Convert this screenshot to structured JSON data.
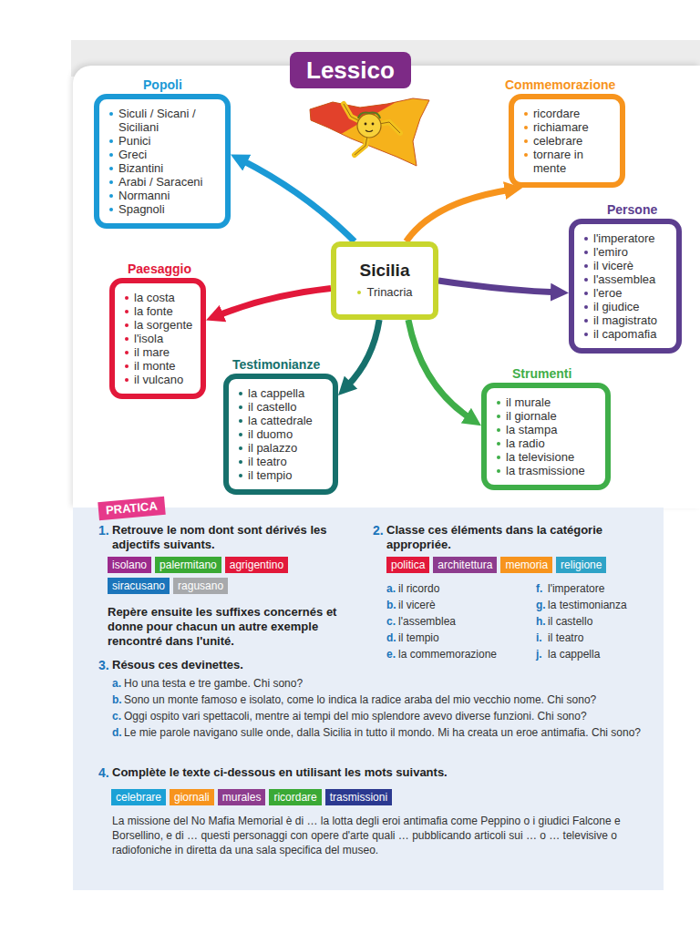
{
  "diagram": {
    "title": "Lessico",
    "nodes": [
      {
        "text": [
          "Popoli",
          "Siculi / Sicani / Siciliani",
          "Punici",
          "Greci",
          "Bizantini",
          "Arabi / Saraceni",
          "Normanni",
          "Spagnoli"
        ]
      },
      {
        "text": [
          "Commemorazione",
          "ricordare",
          "richiamare",
          "celebrare",
          "tornare in mente"
        ]
      },
      {
        "text": [
          "Persone",
          "l'imperatore",
          "l'emiro",
          "il vicerè",
          "l'assemblea",
          "l'eroe",
          "il giudice",
          "il magistrato",
          "il capomafia"
        ]
      },
      {
        "text": [
          "Paesaggio",
          "la costa",
          "la fonte",
          "la sorgente",
          "l'isola",
          "il mare",
          "il monte",
          "il vulcano"
        ]
      },
      {
        "text": [
          "Sicilia",
          "Trinacria"
        ]
      },
      {
        "text": [
          "Testimonianze",
          "la cappella",
          "il castello",
          "la cattedrale",
          "il duomo",
          "il palazzo",
          "il teatro",
          "il tempio"
        ]
      },
      {
        "text": [
          "Strumenti",
          "il murale",
          "il giornale",
          "la stampa",
          "la radio",
          "la televisione",
          "la trasmissione"
        ]
      },
      {
        "text": [
          "PRATICA"
        ]
      },
      {
        "text": [
          "isolano"
        ]
      },
      {
        "text": [
          "palermitano"
        ]
      },
      {
        "text": [
          "agrigentino"
        ]
      },
      {
        "text": [
          "siracusano"
        ]
      },
      {
        "text": [
          "ragusano"
        ]
      },
      {
        "text": [
          "politica"
        ]
      },
      {
        "text": [
          "architettura"
        ]
      },
      {
        "text": [
          "memoria"
        ]
      },
      {
        "text": [
          "religione"
        ]
      },
      {
        "text": [
          "celebrare"
        ]
      },
      {
        "text": [
          "giornali"
        ]
      },
      {
        "text": [
          "murales"
        ]
      },
      {
        "text": [
          "ricordare"
        ]
      },
      {
        "text": [
          "trasmissioni"
        ]
      }
    ],
    "edges": [
      {
        "from": 4,
        "to": 0,
        "arrow": "to"
      },
      {
        "from": 4,
        "to": 1,
        "arrow": "to"
      },
      {
        "from": 4,
        "to": 2,
        "arrow": "to"
      },
      {
        "from": 4,
        "to": 3,
        "arrow": "to"
      },
      {
        "from": 4,
        "to": 5,
        "arrow": "to"
      },
      {
        "from": 4,
        "to": 6,
        "arrow": "to"
      }
    ],
    "labels": [
      "1.",
      "Retrouve le nom dont sont dérivés les adjectifs suivants.",
      "Repère ensuite les suffixes concernés et donne pour chacun un autre exemple rencontré dans l'unité.",
      "2.",
      "Classe ces éléments dans la catégorie appropriée.",
      "a.",
      "il ricordo",
      "b.",
      "il vicerè",
      "c.",
      "l'assemblea",
      "d.",
      "il tempio",
      "e.",
      "la commemorazione",
      "f.",
      "l'imperatore",
      "g.",
      "la testimonianza",
      "h.",
      "il castello",
      "i.",
      "il teatro",
      "j.",
      "la cappella",
      "3.",
      "Résous ces devinettes.",
      "a.",
      "Ho una testa e tre gambe. Chi sono?",
      "b.",
      "Sono un monte famoso e isolato, come lo indica la radice araba del mio vecchio nome. Chi sono?",
      "c.",
      "Oggi ospito vari spettacoli, mentre ai tempi del mio splendore avevo diverse funzioni. Chi sono?",
      "d.",
      "Le mie parole navigano sulle onde, dalla Sicilia in tutto il mondo. Mi ha creata un eroe antimafia. Chi sono?",
      "4.",
      "Complète le texte ci-dessous en utilisant les mots suivants.",
      "La missione del No Mafia Memorial è di … la lotta degli eroi antimafia come Peppino o i giudici Falcone e Borsellino, e di … questi personaggi con opere d'arte quali … pubblicando articoli sui … o … televisive o radiofoniche in diretta da una sala specifica del museo."
    ]
  }
}
